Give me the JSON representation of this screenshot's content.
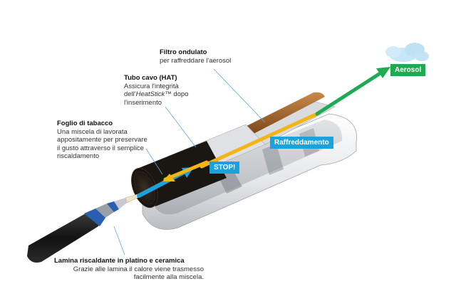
{
  "callouts": {
    "filtro": {
      "title": "Filtro ondulato",
      "desc": "per raffreddare l'aerosol"
    },
    "tubo": {
      "title": "Tubo cavo (HAT)",
      "desc_1": "Assicura l'integrità\ndell'",
      "desc_brand": "HeatStick",
      "desc_2": "™ dopo\nl'inserimento"
    },
    "foglio": {
      "title": "Foglio di tabacco",
      "desc": "Una miscela di lavorata\nappositamente per preservare\nil gusto attraverso il semplice\nriscaldamento"
    },
    "lamina": {
      "title": "Lamina riscaldante in platino e ceramica",
      "desc": "Grazie alle lamina il calore viene trasmesso\nfacilmente alla miscela."
    }
  },
  "tags": {
    "aerosol": "Aerosol",
    "raffreddamento": "Raffreddamento",
    "stop": "STOP!"
  },
  "colors": {
    "green_arrow": "#1eaa50",
    "blue_arrow": "#1ba1dc",
    "yellow_arrow": "#f2b515",
    "tobacco": "#1a1612",
    "filter_brown": "#a8622a",
    "paper": "#eceef0",
    "blade_dark": "#1c1c1c",
    "ring_blue": "#2a5fb0"
  }
}
